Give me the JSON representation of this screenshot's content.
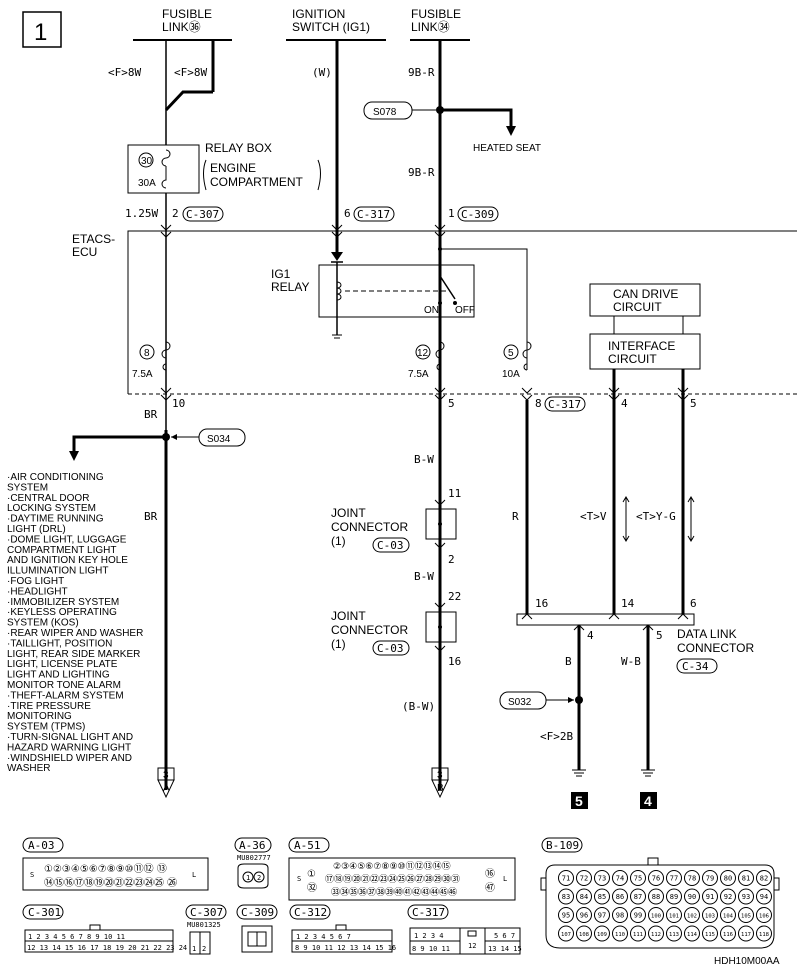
{
  "page_number": "1",
  "sources": {
    "fusible_link_36": {
      "line1": "FUSIBLE",
      "line2": "LINK㊱"
    },
    "ignition_switch": {
      "line1": "IGNITION",
      "line2": "SWITCH (IG1)"
    },
    "fusible_link_34": {
      "line1": "FUSIBLE",
      "line2": "LINK㉞"
    }
  },
  "wires": {
    "f8w_a": "<F>8W",
    "f8w_b": "<F>8W",
    "w": "(W)",
    "b9r_top": "9B-R",
    "b9r_mid": "9B-R",
    "w125": "1.25W",
    "br_upper": "BR",
    "br_lower": "BR",
    "bw_1": "B-W",
    "bw_2": "B-W",
    "bw_3": "(B-W)",
    "r": "R",
    "tv": "<T>V",
    "tyg": "<T>Y-G",
    "b": "B",
    "wb": "W-B",
    "f2b": "<F>2B"
  },
  "splices": {
    "s078": "S078",
    "s034": "S034",
    "s032": "S032"
  },
  "heated_seat": "HEATED SEAT",
  "relay_box": {
    "line1": "RELAY BOX",
    "line2": "ENGINE",
    "line3": "COMPARTMENT",
    "fuse": "30",
    "rating": "30A"
  },
  "etacs": {
    "line1": "ETACS-",
    "line2": "ECU"
  },
  "ig1_relay": {
    "line1": "IG1",
    "line2": "RELAY",
    "on": "ON",
    "off": "OFF"
  },
  "can_drive": {
    "line1": "CAN DRIVE",
    "line2": "CIRCUIT"
  },
  "interface": {
    "line1": "INTERFACE",
    "line2": "CIRCUIT"
  },
  "fuses": [
    {
      "num": "8",
      "rating": "7.5A"
    },
    {
      "num": "12",
      "rating": "7.5A"
    },
    {
      "num": "5",
      "rating": "10A"
    }
  ],
  "pins": {
    "top_2": "2",
    "top_6": "6",
    "top_1": "1",
    "c307": "C-307",
    "c317a": "C-317",
    "c309": "C-309",
    "bot_10": "10",
    "bot_5": "5",
    "bot_8": "8",
    "c317b": "C-317",
    "bot_4": "4",
    "bot_5b": "5",
    "jc_11": "11",
    "jc_2": "2",
    "jc_22": "22",
    "jc_16": "16",
    "dl_16": "16",
    "dl_14": "14",
    "dl_6": "6",
    "dl_4": "4",
    "dl_5": "5"
  },
  "joint_connector_1": {
    "line1": "JOINT",
    "line2": "CONNECTOR",
    "line3": "(1)",
    "code": "C-03"
  },
  "joint_connector_2": {
    "line1": "JOINT",
    "line2": "CONNECTOR",
    "line3": "(1)",
    "code": "C-03"
  },
  "data_link": {
    "line1": "DATA LINK",
    "line2": "CONNECTOR",
    "code": "C-34"
  },
  "systems_list": [
    "·AIR CONDITIONING",
    " SYSTEM",
    "·CENTRAL DOOR",
    " LOCKING SYSTEM",
    "·DAYTIME RUNNING",
    " LIGHT (DRL)",
    "·DOME LIGHT, LUGGAGE",
    " COMPARTMENT LIGHT",
    " AND IGNITION KEY HOLE",
    " ILLUMINATION LIGHT",
    "·FOG LIGHT",
    "·HEADLIGHT",
    "·IMMOBILIZER SYSTEM",
    "·KEYLESS OPERATING",
    " SYSTEM (KOS)",
    "·REAR WIPER AND WASHER",
    "·TAILLIGHT, POSITION",
    " LIGHT, REAR SIDE MARKER",
    " LIGHT, LICENSE PLATE",
    " LIGHT AND LIGHTING",
    " MONITOR TONE ALARM",
    "·THEFT-ALARM SYSTEM",
    "·TIRE PRESSURE",
    " MONITORING",
    " SYSTEM (TPMS)",
    "·TURN-SIGNAL LIGHT AND",
    " HAZARD WARNING LIGHT",
    "·WINDSHIELD WIPER AND",
    " WASHER"
  ],
  "continuations": {
    "c3a_num": "3",
    "c3a_letter": "A",
    "c3b_num": "3",
    "c3b_letter": "B",
    "g5": "5",
    "g4": "4"
  },
  "connectors": {
    "a03": {
      "code": "A-03",
      "row1": "①②③④⑤⑥⑦⑧⑨⑩⑪⑫ ⑬",
      "row2": "⑭⑮⑯⑰⑱⑲⑳㉑㉒㉓㉔㉕ ㉖",
      "s": "S",
      "l": "L"
    },
    "a36": {
      "code": "A-36",
      "part": "MU802777",
      "p1": "1",
      "p2": "2"
    },
    "a51": {
      "code": "A-51",
      "row1": "②③④⑤⑥⑦⑧⑨⑩⑪⑫⑬⑭⑮",
      "row2": "⑰⑱⑲⑳㉑㉒㉓㉔㉕㉖㉗㉘㉙㉚㉛",
      "row3": "㉝㉞㉟㊱㊲㊳㊴㊵㊶㊷㊸㊹㊺㊻",
      "c1": "①",
      "c32": "㉜",
      "c16": "⑯",
      "c47": "㊼",
      "s": "S",
      "l": "L"
    },
    "b109": {
      "code": "B-109",
      "r1": [
        "71",
        "72",
        "73",
        "74",
        "75",
        "76",
        "77",
        "78",
        "79",
        "80",
        "81",
        "82"
      ],
      "r2": [
        "83",
        "84",
        "85",
        "86",
        "87",
        "88",
        "89",
        "90",
        "91",
        "92",
        "93",
        "94"
      ],
      "r3": [
        "95",
        "96",
        "97",
        "98",
        "99",
        "100",
        "101",
        "102",
        "103",
        "104",
        "105",
        "106"
      ],
      "r4": [
        "107",
        "108",
        "109",
        "110",
        "111",
        "112",
        "113",
        "114",
        "115",
        "116",
        "117",
        "118"
      ]
    },
    "c301": {
      "code": "C-301",
      "row1": "1 2 3 4 5   6 7 8 9 10 11",
      "row2": "12 13 14 15 16 17 18 19 20 21 22 23 24"
    },
    "c307": {
      "code": "C-307",
      "part": "MU801325",
      "p1": "1",
      "p2": "2"
    },
    "c309": {
      "code": "C-309"
    },
    "c312": {
      "code": "C-312",
      "row1": "1 2 3 4   5 6 7",
      "row2": "8 9 10 11 12 13 14 15 16"
    },
    "c317": {
      "code": "C-317",
      "row1a": "1 2 3 4",
      "row1b": "5 6 7",
      "row2a": "8 9 10 11",
      "mid": "12",
      "row2b": "13 14 15"
    }
  },
  "footer_code": "HDH10M00AA"
}
